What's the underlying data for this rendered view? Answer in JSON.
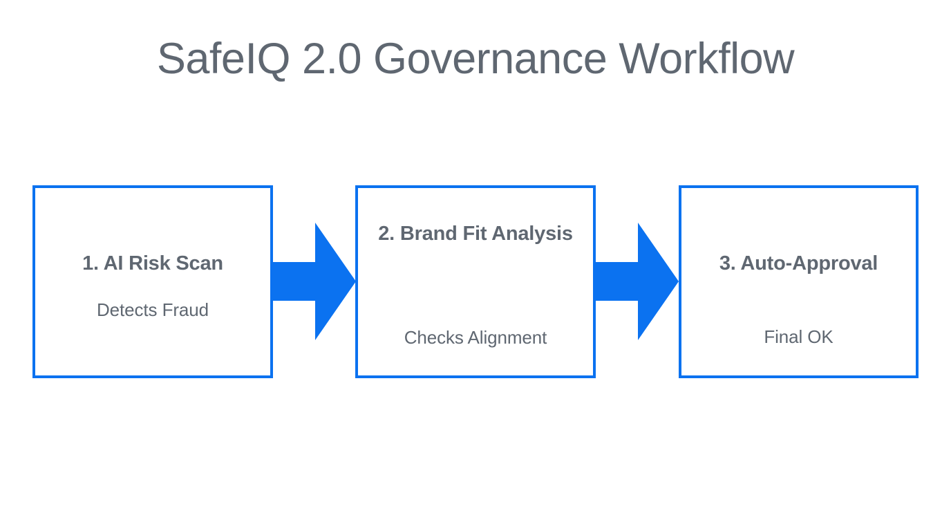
{
  "page": {
    "title": "SafeIQ 2.0 Governance Workflow",
    "background_color": "#ffffff",
    "title_color": "#5f6771",
    "accent_color": "#0b72f0"
  },
  "diagram": {
    "type": "horizontal-process-flow",
    "step_count": 3,
    "connector_count": 2,
    "steps": [
      {
        "title": "1. AI Risk Scan",
        "subtitle": "Detects Fraud",
        "border_color": "#0b72f0",
        "fill_color": "#ffffff",
        "text_color": "#5f6771"
      },
      {
        "title": "2. Brand Fit Analysis",
        "subtitle": "Checks Alignment",
        "border_color": "#0b72f0",
        "fill_color": "#ffffff",
        "text_color": "#5f6771"
      },
      {
        "title": "3. Auto-Approval",
        "subtitle": "Final OK",
        "border_color": "#0b72f0",
        "fill_color": "#ffffff",
        "text_color": "#5f6771"
      }
    ],
    "connectors": [
      {
        "icon": "right-arrow-icon",
        "color": "#0b72f0",
        "from": "1. AI Risk Scan",
        "to": "2. Brand Fit Analysis"
      },
      {
        "icon": "right-arrow-icon",
        "color": "#0b72f0",
        "from": "2. Brand Fit Analysis",
        "to": "3. Auto-Approval"
      }
    ]
  }
}
